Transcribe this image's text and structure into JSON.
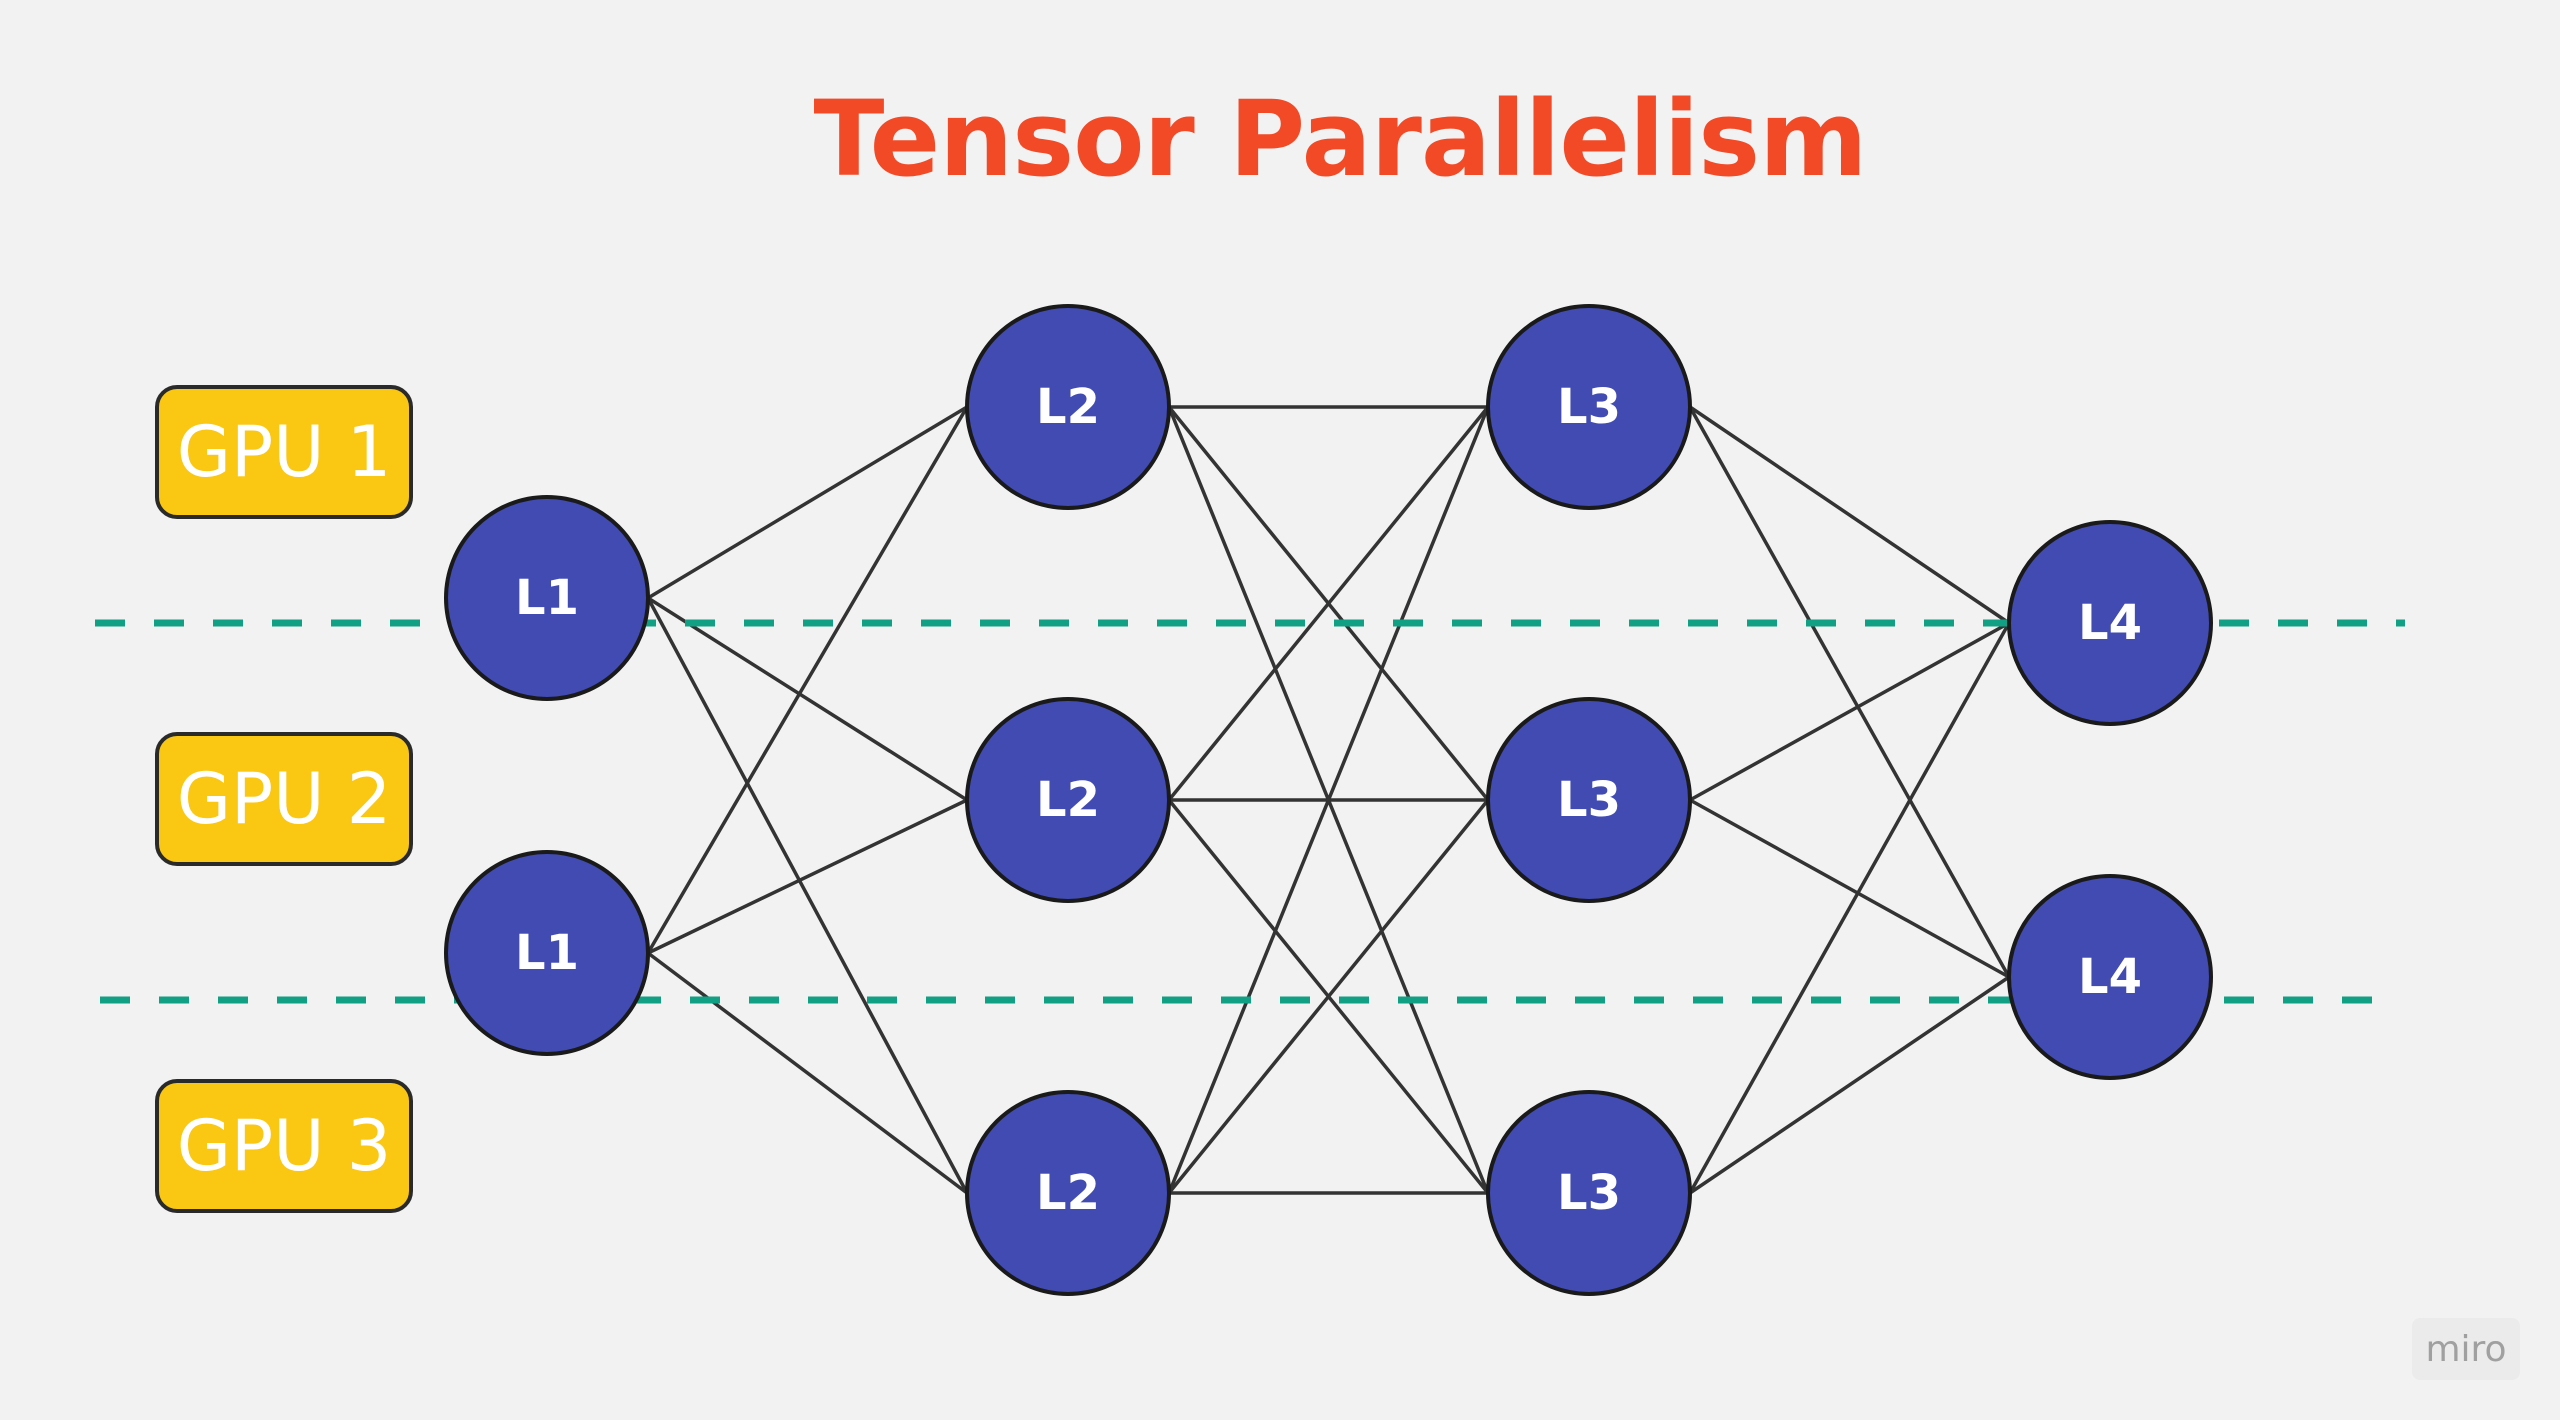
{
  "title": "Tensor Parallelism",
  "gpus": [
    {
      "label": "GPU 1"
    },
    {
      "label": "GPU 2"
    },
    {
      "label": "GPU 3"
    }
  ],
  "layers": [
    {
      "name": "L1",
      "count": 2
    },
    {
      "name": "L2",
      "count": 3
    },
    {
      "name": "L3",
      "count": 3
    },
    {
      "name": "L4",
      "count": 2
    }
  ],
  "connections": "fully-connected between adjacent layers",
  "watermark": "miro",
  "colors": {
    "background": "#f2f2f2",
    "title": "#f24a27",
    "gpu_box": "#fac712",
    "node_fill": "#414bb2",
    "node_stroke": "#1a1a1a",
    "edge": "#333333",
    "partition_line": "#12a085"
  }
}
